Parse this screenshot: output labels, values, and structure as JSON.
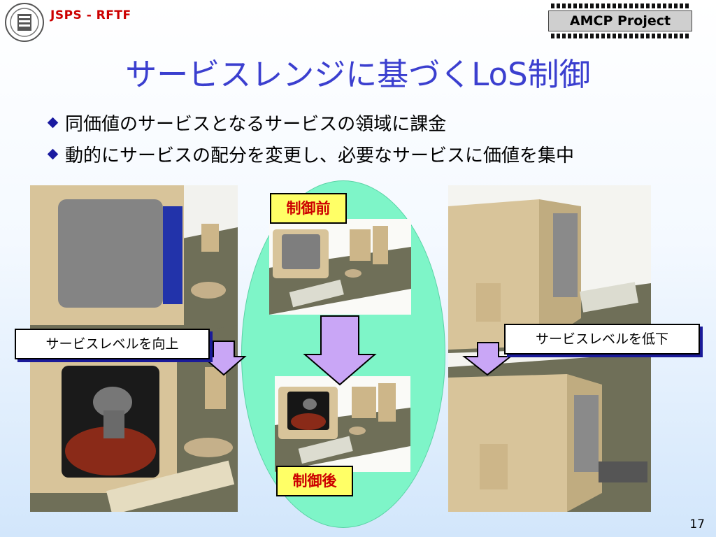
{
  "header": {
    "org": "JSPS - RFTF",
    "project": "AMCP Project"
  },
  "title": "サービスレンジに基づくLoS制御",
  "bullets": [
    "同価値のサービスとなるサービスの領域に課金",
    "動的にサービスの配分を変更し、必要なサービスに価値を集中"
  ],
  "labels": {
    "before": "制御前",
    "after": "制御後",
    "raise": "サービスレベルを向上",
    "lower": "サービスレベルを低下"
  },
  "page_number": "17",
  "colors": {
    "title": "#3b3fcf",
    "tag_bg": "#ffff66",
    "tag_text": "#cc0000",
    "ellipse": "#7ef5c8",
    "arrow": "#c9a6f6"
  }
}
